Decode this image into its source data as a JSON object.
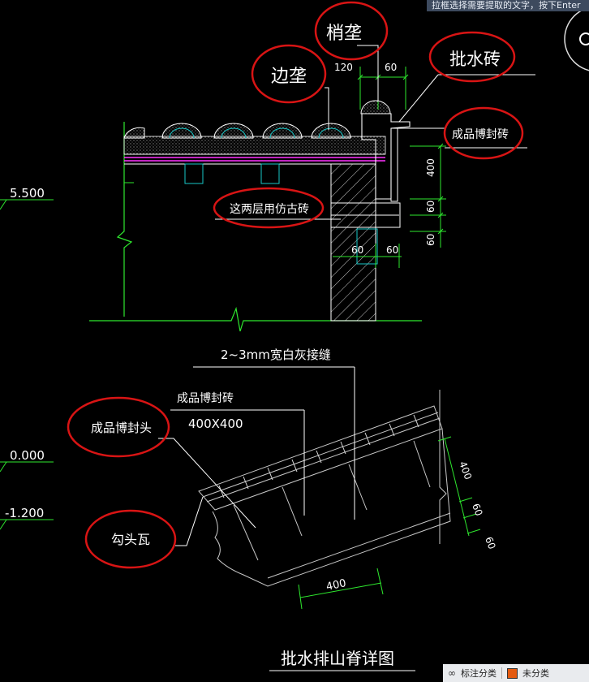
{
  "tooltip": {
    "text": "拉框选择需要提取的文字，按下Enter"
  },
  "status_bar": {
    "label_category": "标注分类",
    "uncategorized": "未分类",
    "swatch_color": "#e45a10"
  },
  "elevations": {
    "top": "5.500",
    "mid": "0.000",
    "low": "-1.200"
  },
  "callouts": {
    "shao_zuo": "梢垄",
    "bian_zuo": "边垄",
    "pi_shui_zhuan": "批水砖",
    "cheng_pin_bo_feng_zhuan": "成品博封砖",
    "zhe_liang_ceng": "这两层用仿古砖",
    "cheng_pin_bo_feng_tou": "成品博封头",
    "gou_tou_wa": "勾头瓦"
  },
  "dimensions": {
    "d120": "120",
    "d60_top": "60",
    "d400_v": "400",
    "d60_v1": "60",
    "d60_v2": "60",
    "d60_mid_a": "60",
    "d60_mid_b": "60",
    "d400_slope_v": "400",
    "d60_slope_v1": "60",
    "d60_slope_v2": "60",
    "d400_slope_h": "400"
  },
  "notes": {
    "joint": "2~3mm宽白灰接缝",
    "brick_name": "成品博封砖",
    "brick_size": "400X400"
  },
  "title": "批水排山脊详图",
  "colors": {
    "ring": "#d81414",
    "dim": "#2ee82e",
    "cyan": "#18c8c8",
    "magenta": "#ff33ff",
    "white": "#ffffff"
  }
}
